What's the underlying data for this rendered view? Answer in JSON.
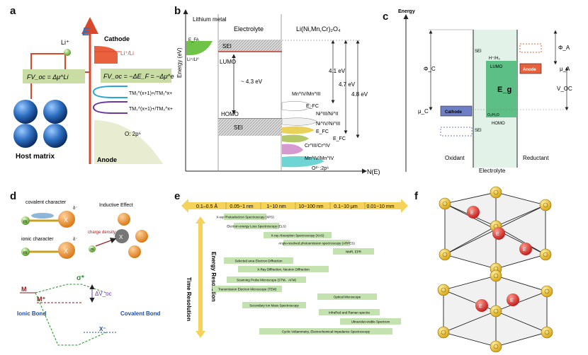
{
  "panel_labels": {
    "a": "a",
    "b": "b",
    "c": "c",
    "d": "d",
    "e": "e",
    "f": "f"
  },
  "panel_a": {
    "li_ion": "Li⁺",
    "e_axis": "E",
    "cathode": "Cathode",
    "li_couple": "Li⁺/Li",
    "eq_left": "FV_oc = Δμ^Li",
    "eq_right": "FV_oc = −ΔE_F = −Δμ^e",
    "tm1": "TM₁^(x+1)+/TM₁^x+",
    "tm2": "TM₂^(x+1)+/TM₂^x+",
    "o2p": "O: 2p⁶",
    "host": "Host matrix",
    "anode": "Anode",
    "colors": {
      "accent": "#d9482b",
      "eq_bg": "#c8dca4",
      "sphere": "#2d6fc1",
      "tm1": "#2aa5d8",
      "tm2": "#6a3aa0",
      "o2p_fill": "#e8ecd0"
    }
  },
  "panel_b": {
    "lithium_metal": "Lithium metal",
    "electrolyte": "Electrolyte",
    "cathode_formula": "Li(Ni,Mn,Cr)₂O₄",
    "y_axis": "Energy (eV)",
    "efa": "E_FA",
    "sei_top": "SEI",
    "lumo": "LUMO",
    "li_couple": "Li⁺/Li⁰",
    "gap": "~ 4.3 eV",
    "homo": "HOMO",
    "sei_bottom": "SEI",
    "mn": "Mn^IV/Mn^III",
    "efc1": "E_FC",
    "ni1": "Ni^III/Ni^II",
    "ni2": "Ni^IV/Ni^III",
    "efc2": "E_FC",
    "efc3": "E_FC",
    "cr": "Cr^III/Cr^IV",
    "mn2": "Mn^IV/Mn^IV",
    "o2p": "O²⁻:2p⁶",
    "v1": "4.1 eV",
    "v2": "4.7 eV",
    "v3": "4.8 eV",
    "x_axis": "N(E)"
  },
  "panel_c": {
    "energy": "Energy",
    "sei_top": "SEI",
    "h_couple": "H⁺/H₂",
    "lumo": "LUMO",
    "eg": "E_g",
    "o2_couple": "O₂/H₂O",
    "homo": "HOMO",
    "sei_bottom": "SEI",
    "phi_c": "Φ_C",
    "phi_a": "Φ_A",
    "mu_a": "μ_A",
    "mu_c": "μ_C",
    "voc": "V_OC",
    "anode": "Anode",
    "cathode": "Cathode",
    "oxidant": "Oxidant",
    "electrolyte": "Electrolyte",
    "reductant": "Reductant",
    "colors": {
      "green": "#5bbf86",
      "green_light": "#cfead9",
      "anode": "#e8603c",
      "cathode": "#6f7fc6"
    }
  },
  "panel_d": {
    "covalent": "covalent character",
    "delta1": "δ⁻",
    "x1": "X",
    "m1": "m",
    "ionic": "ionic character",
    "delta2": "δ⁻",
    "x2": "X",
    "m2": "m",
    "inductive": "Inductive Effect",
    "charge_density": "charge density",
    "x3": "X",
    "m3": "m",
    "sigma": "σ*",
    "m_level": "M",
    "m_plus": "M⁺",
    "dvoc": "ΔV_oc",
    "ionic_bond": "Ionic Bond",
    "covalent_bond": "Covalent Bond",
    "x_level": "X⁻"
  },
  "panel_e": {
    "scales": [
      "0.1–0.5 Å",
      "0.05~1 nm",
      "1~10 nm",
      "10~100 nm",
      "0.1~10 μm",
      "0.01~10 mm"
    ],
    "energy_resolution": "Energy Resolution",
    "time_resolution": "Time Resolution",
    "techniques": [
      "X-ray Photoelectron Spectroscopy (XPS)",
      "Electron energy Loss Spectroscopy (ELS)",
      "X-ray Absorption Spectroscopy (XAS)",
      "Angle-resolved photoemission spectroscopy (ARPES)",
      "NMR, EPR",
      "Selected area Electron Diffraction",
      "X-Ray Diffraction, Neutron Diffraction",
      "Scanning Probe Microscope (STM、AFM)",
      "Transmission Electron Microscope (TEM)",
      "Optical Microscope",
      "Secondary Ion Mass Spectroscopy",
      "InfraRed and Raman spectra",
      "Ultraviolet-visible Spectrum",
      "Cyclic Voltammetry, Electrochemical Impedance Spectroscopy"
    ],
    "colors": {
      "bar": "#c4e1b0",
      "arrow": "#f5d35a"
    }
  },
  "panel_f": {
    "labels": [
      "E",
      "E",
      "E",
      "E",
      "E"
    ],
    "colors": {
      "gold": "#f2c327",
      "red": "#e03a36"
    }
  }
}
